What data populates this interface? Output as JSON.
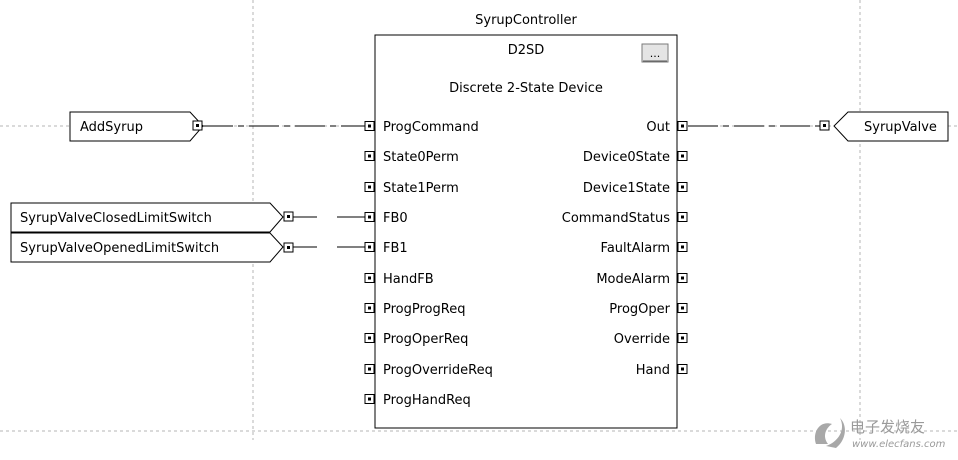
{
  "block": {
    "instance_name": "SyrupController",
    "type_name": "D2SD",
    "description": "Discrete 2-State Device",
    "properties_button_label": "...",
    "inputs": [
      "ProgCommand",
      "State0Perm",
      "State1Perm",
      "FB0",
      "FB1",
      "HandFB",
      "ProgProgReq",
      "ProgOperReq",
      "ProgOverrideReq",
      "ProgHandReq"
    ],
    "outputs": [
      "Out",
      "Device0State",
      "Device1State",
      "CommandStatus",
      "FaultAlarm",
      "ModeAlarm",
      "ProgOper",
      "Override",
      "Hand"
    ]
  },
  "input_references": [
    {
      "tag": "AddSyrup",
      "connects_to": "ProgCommand"
    },
    {
      "tag": "SyrupValveClosedLimitSwitch",
      "connects_to": "FB0"
    },
    {
      "tag": "SyrupValveOpenedLimitSwitch",
      "connects_to": "FB1"
    }
  ],
  "output_references": [
    {
      "tag": "SyrupValve",
      "connects_to": "Out"
    }
  ],
  "watermark": {
    "text": "电子发烧友",
    "url": "www.elecfans.com"
  }
}
